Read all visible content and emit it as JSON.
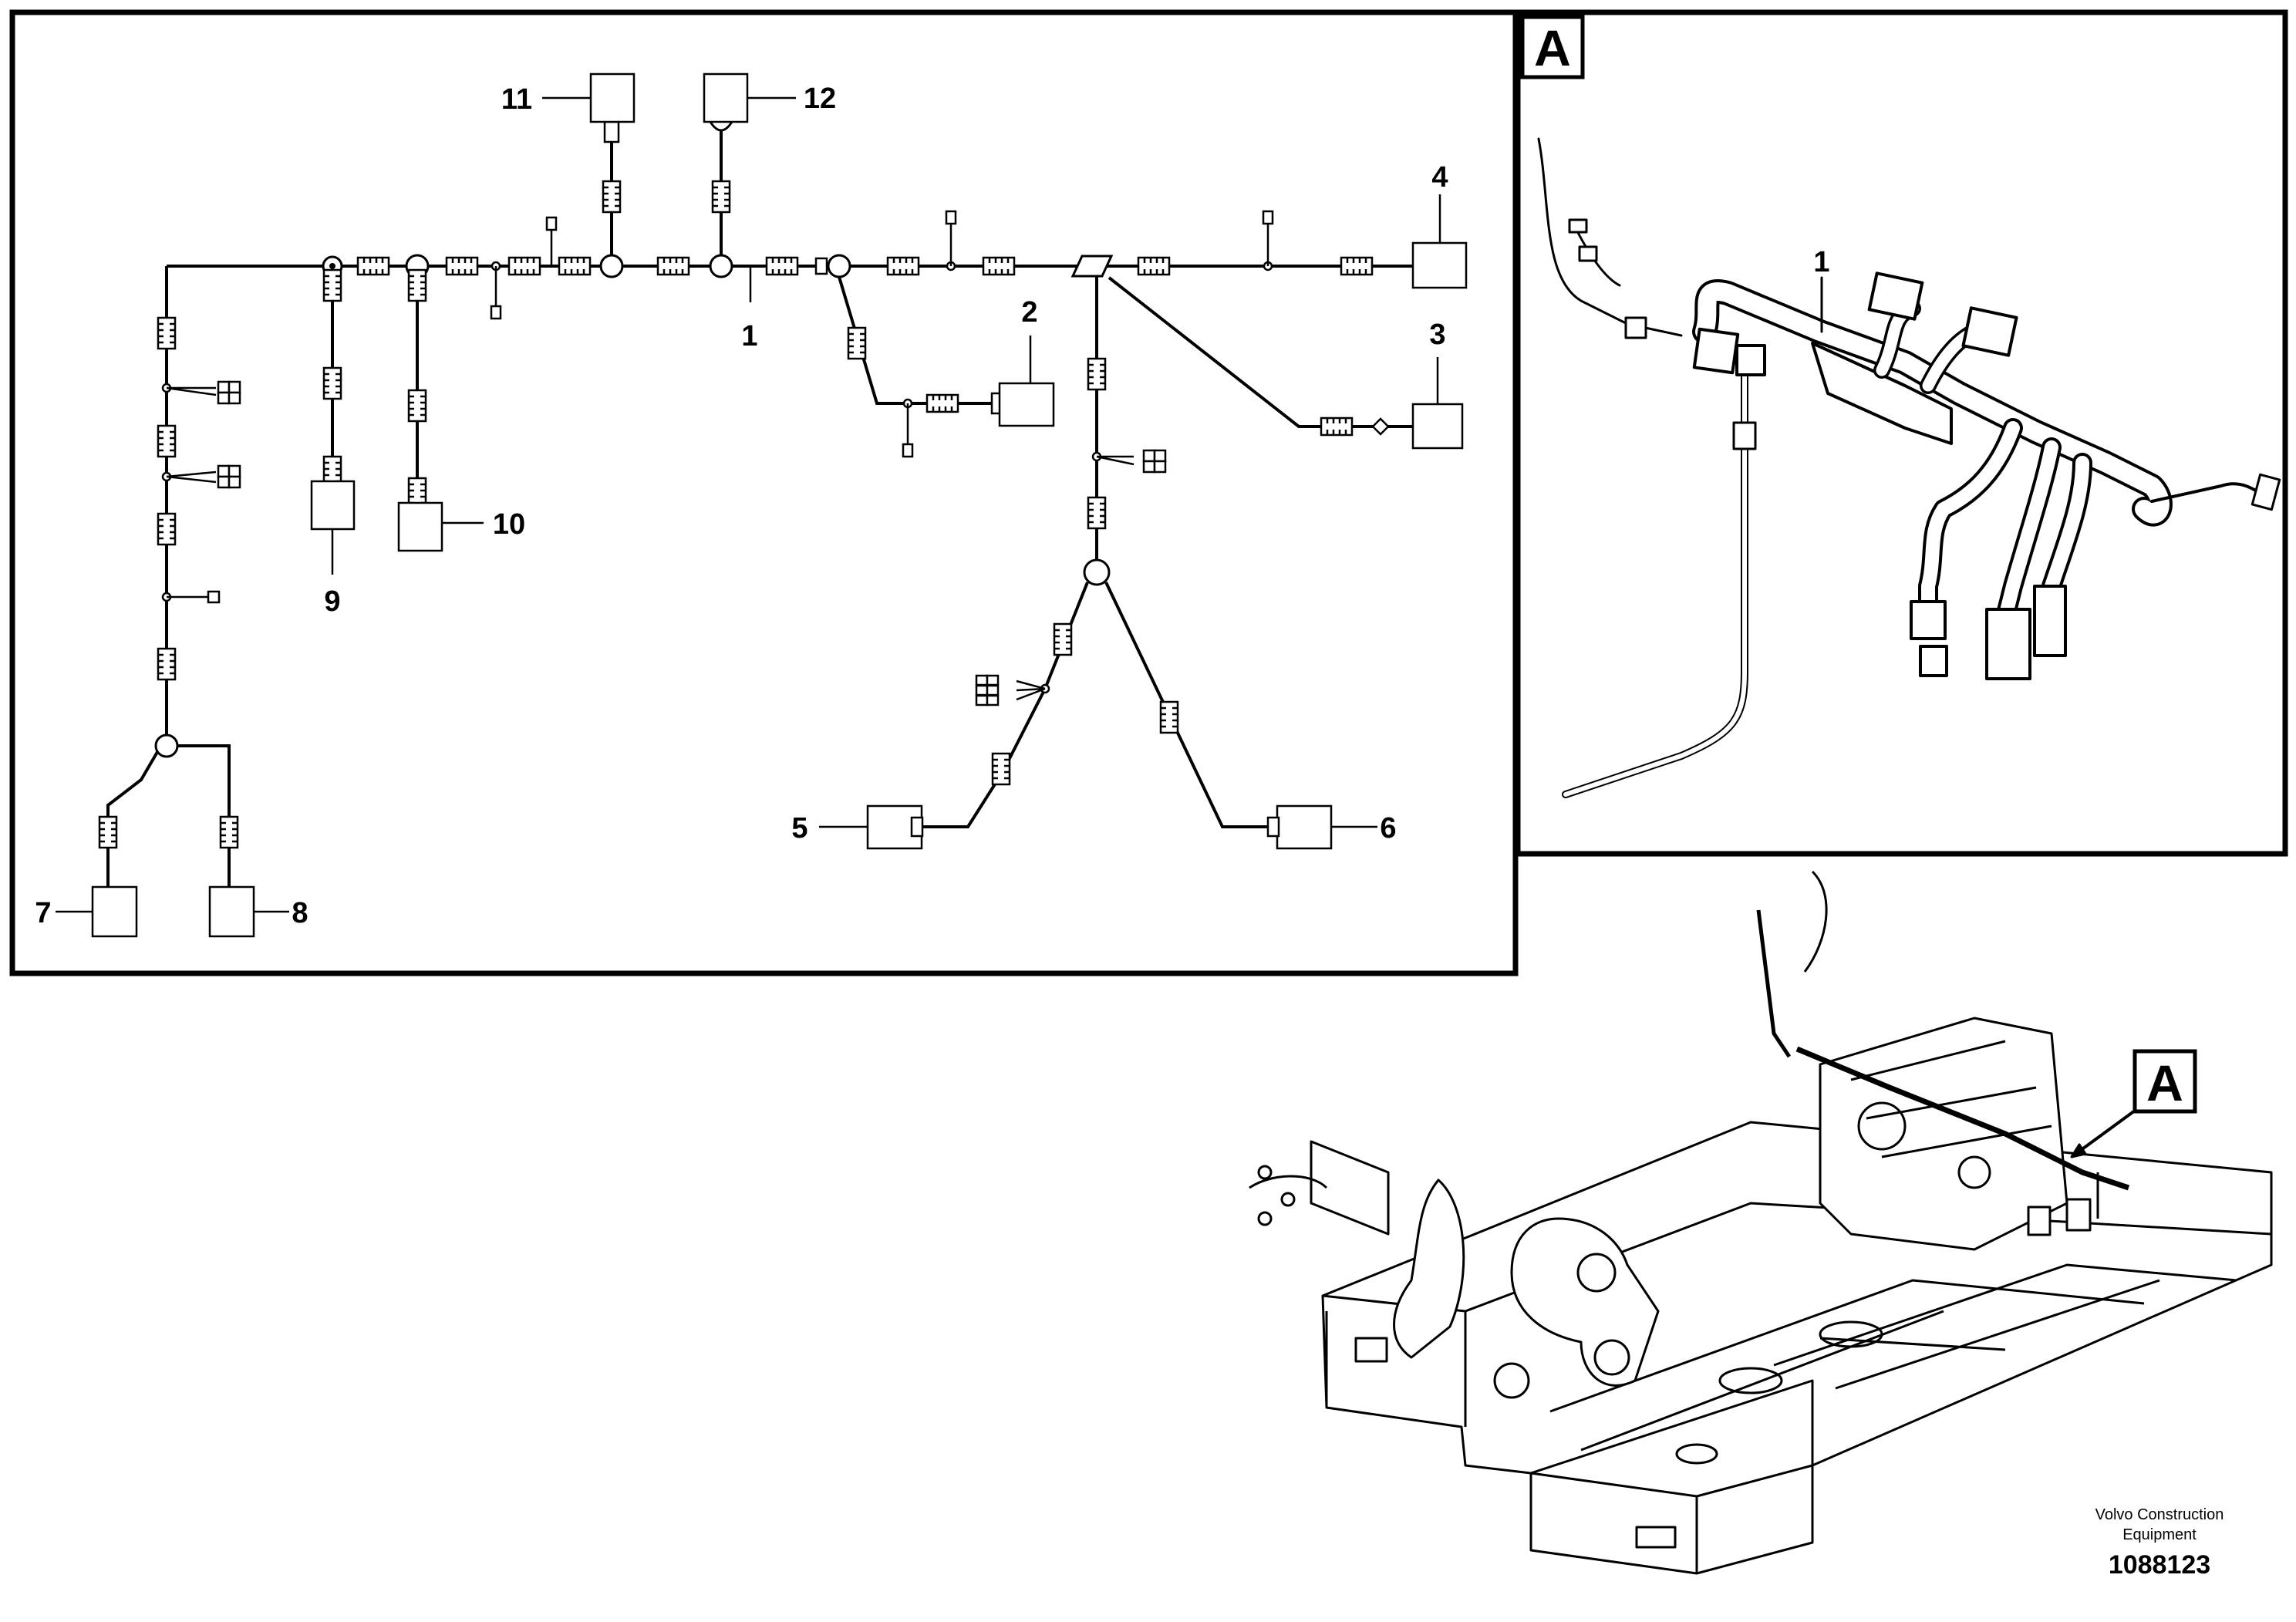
{
  "schematic": {
    "labels": [
      "1",
      "2",
      "3",
      "4",
      "5",
      "6",
      "7",
      "8",
      "9",
      "10",
      "11",
      "12"
    ]
  },
  "detail_view": {
    "tag": "A"
  },
  "overview": {
    "tag": "A"
  },
  "footer": {
    "company_line1": "Volvo Construction",
    "company_line2": "Equipment",
    "drawing_number": "1088123"
  }
}
